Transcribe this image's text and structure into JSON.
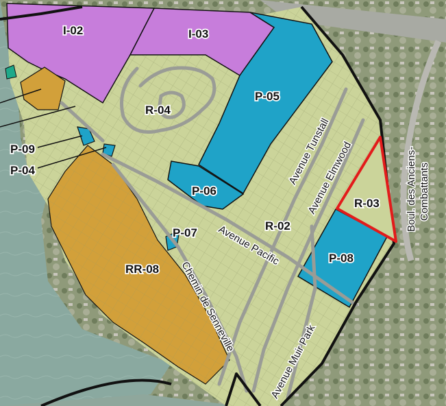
{
  "map": {
    "colors": {
      "water": "#8aa9a0",
      "residential": "#cbd49a",
      "institutional_purple": "#c77ddb",
      "park_blue": "#1fa3c8",
      "rural_orange": "#d2a03a",
      "highlight_red": "#e21b1b",
      "boundary": "#111111",
      "road": "#9a9c96"
    },
    "zones": [
      {
        "id": "I-02",
        "label": "I-02",
        "kind": "institutional"
      },
      {
        "id": "I-03",
        "label": "I-03",
        "kind": "institutional"
      },
      {
        "id": "R-04",
        "label": "R-04",
        "kind": "residential"
      },
      {
        "id": "P-05",
        "label": "P-05",
        "kind": "park"
      },
      {
        "id": "P-09",
        "label": "P-09",
        "kind": "park"
      },
      {
        "id": "P-04",
        "label": "P-04",
        "kind": "park"
      },
      {
        "id": "P-06",
        "label": "P-06",
        "kind": "park"
      },
      {
        "id": "P-07",
        "label": "P-07",
        "kind": "park"
      },
      {
        "id": "R-02",
        "label": "R-02",
        "kind": "residential"
      },
      {
        "id": "R-03",
        "label": "R-03",
        "kind": "residential",
        "highlighted": true
      },
      {
        "id": "P-08",
        "label": "P-08",
        "kind": "park"
      },
      {
        "id": "RR-08",
        "label": "RR-08",
        "kind": "rural"
      }
    ],
    "streets": {
      "tunstall": "Avenue Tunstall",
      "elmwood": "Avenue Elmwood",
      "pacific": "Avenue Pacific",
      "senneville": "Chemin de Senneville",
      "muir_park": "Avenue Muir Park",
      "anciens_line1": "Boul. des Anciens-",
      "anciens_line2": "Combattants"
    }
  }
}
